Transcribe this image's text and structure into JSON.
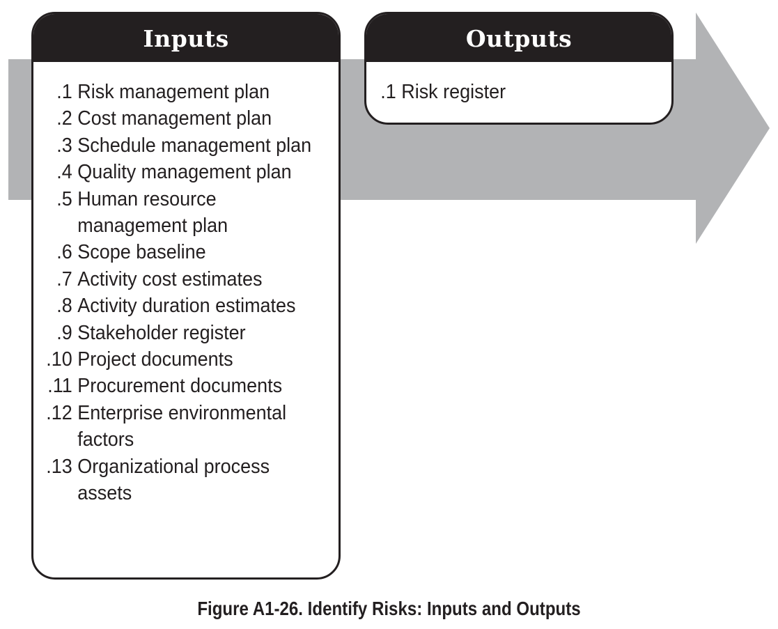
{
  "inputs": {
    "title": "Inputs",
    "items": [
      {
        "num": ".1",
        "label": "Risk management plan"
      },
      {
        "num": ".2",
        "label": "Cost management plan"
      },
      {
        "num": ".3",
        "label": "Schedule management plan"
      },
      {
        "num": ".4",
        "label": "Quality management plan"
      },
      {
        "num": ".5",
        "label": "Human resource management plan"
      },
      {
        "num": ".6",
        "label": "Scope baseline"
      },
      {
        "num": ".7",
        "label": "Activity cost estimates"
      },
      {
        "num": ".8",
        "label": "Activity duration estimates"
      },
      {
        "num": ".9",
        "label": "Stakeholder register"
      },
      {
        "num": ".10",
        "label": "Project documents"
      },
      {
        "num": ".11",
        "label": "Procurement documents"
      },
      {
        "num": ".12",
        "label": "Enterprise environmental factors"
      },
      {
        "num": ".13",
        "label": "Organizational process assets"
      }
    ]
  },
  "outputs": {
    "title": "Outputs",
    "items": [
      {
        "num": ".1",
        "label": "Risk register"
      }
    ]
  },
  "caption": "Figure A1-26. Identify Risks: Inputs and Outputs",
  "colors": {
    "header_bg": "#231f20",
    "arrow": "#b2b3b5",
    "border": "#231f20"
  }
}
